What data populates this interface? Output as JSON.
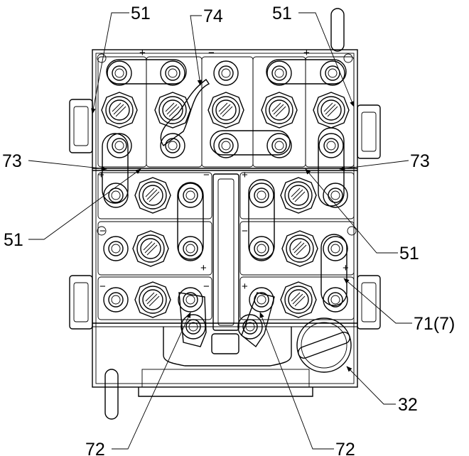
{
  "labels": {
    "top_left_51": "51",
    "top_74": "74",
    "top_right_51": "51",
    "left_73": "73",
    "right_73": "73",
    "left_51": "51",
    "right_51": "51",
    "right_71": "71(7)",
    "right_32": "32",
    "bottom_left_72": "72",
    "bottom_right_72": "72"
  },
  "symbols": {
    "plus": "+",
    "minus": "−"
  },
  "colors": {
    "line": "#000000",
    "background": "#ffffff"
  }
}
